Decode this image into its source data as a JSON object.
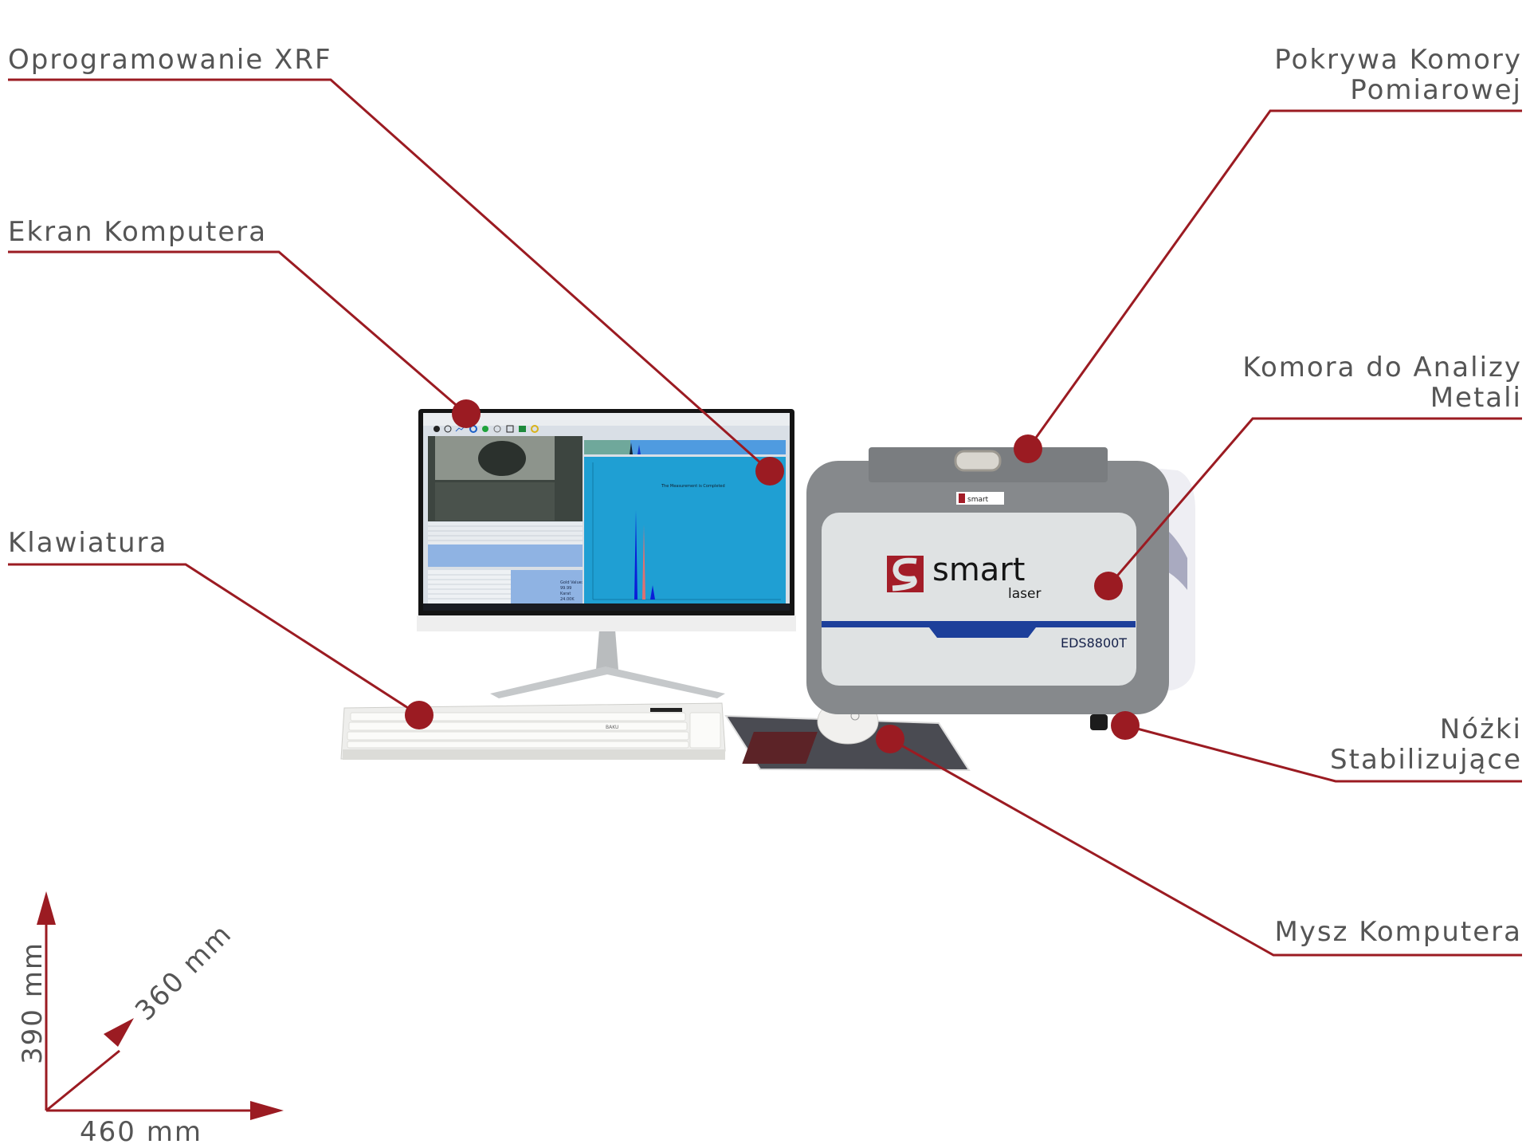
{
  "colors": {
    "accent": "#9b1b22",
    "label_text": "#555555",
    "screen_blue": "#1f9fd3",
    "device_gray": "#86898c",
    "device_panel": "#dfe2e3",
    "device_stripe": "#1d3f9a"
  },
  "callouts": {
    "software": {
      "label": "Oprogramowanie XRF"
    },
    "screen": {
      "label": "Ekran Komputera"
    },
    "keyboard": {
      "label": "Klawiatura"
    },
    "lid": {
      "line1": "Pokrywa Komory",
      "line2": "Pomiarowej"
    },
    "chamber": {
      "line1": "Komora do Analizy",
      "line2": "Metali"
    },
    "feet": {
      "line1": "Nóżki",
      "line2": "Stabilizujące"
    },
    "mouse": {
      "label": "Mysz Komputera"
    }
  },
  "dimensions": {
    "height": "390 mm",
    "depth": "360 mm",
    "width": "460 mm"
  },
  "device": {
    "brand": "smart",
    "brand_sub": "laser",
    "model": "EDS8800T"
  },
  "screen": {
    "status_message": "The Measurement is Completed",
    "gold_value_label": "Gold Value:",
    "gold_value": "99.99",
    "karat_label": "Karat",
    "karat_value": "24.00K"
  },
  "keyboard": {
    "brand": "BAKU"
  }
}
